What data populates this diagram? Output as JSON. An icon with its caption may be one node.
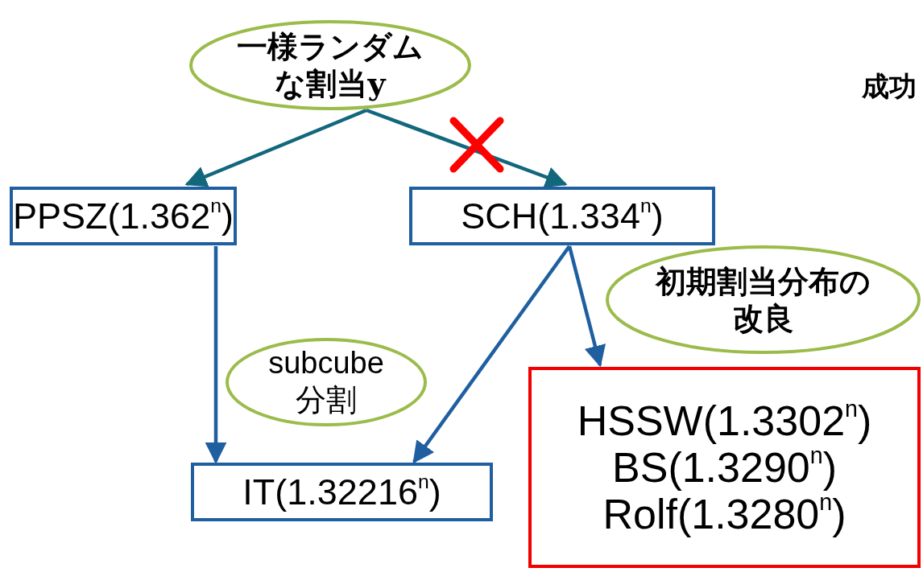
{
  "diagram": {
    "nodes": [
      {
        "text": [
          "一様ランダムな割当y"
        ]
      },
      {
        "text": [
          "PPSZ(1.362$^{n}$)"
        ]
      },
      {
        "text": [
          "SCH(1.334$^{n}$)"
        ]
      },
      {
        "text": [
          "初期割当分布の改良"
        ]
      },
      {
        "text": [
          "subcube分割"
        ]
      },
      {
        "text": [
          "IT(1.32216$^{n}$)"
        ]
      },
      {
        "text": [
          "HSSW(1.3302$^{n}$)",
          "BS(1.3290$^{n}$)",
          "Rolf(1.3280$^{n}$)"
        ]
      }
    ],
    "edges": [
      {
        "from": 0,
        "to": 1,
        "arrow": "to",
        "color": "#13677d"
      },
      {
        "from": 0,
        "to": 2,
        "arrow": "to",
        "color": "#13677d"
      },
      {
        "from": 1,
        "to": 5,
        "arrow": "to"
      },
      {
        "from": 2,
        "to": 5,
        "arrow": "to"
      },
      {
        "from": 2,
        "to": 6,
        "arrow": "to"
      }
    ],
    "labels": [
      "成功"
    ]
  }
}
